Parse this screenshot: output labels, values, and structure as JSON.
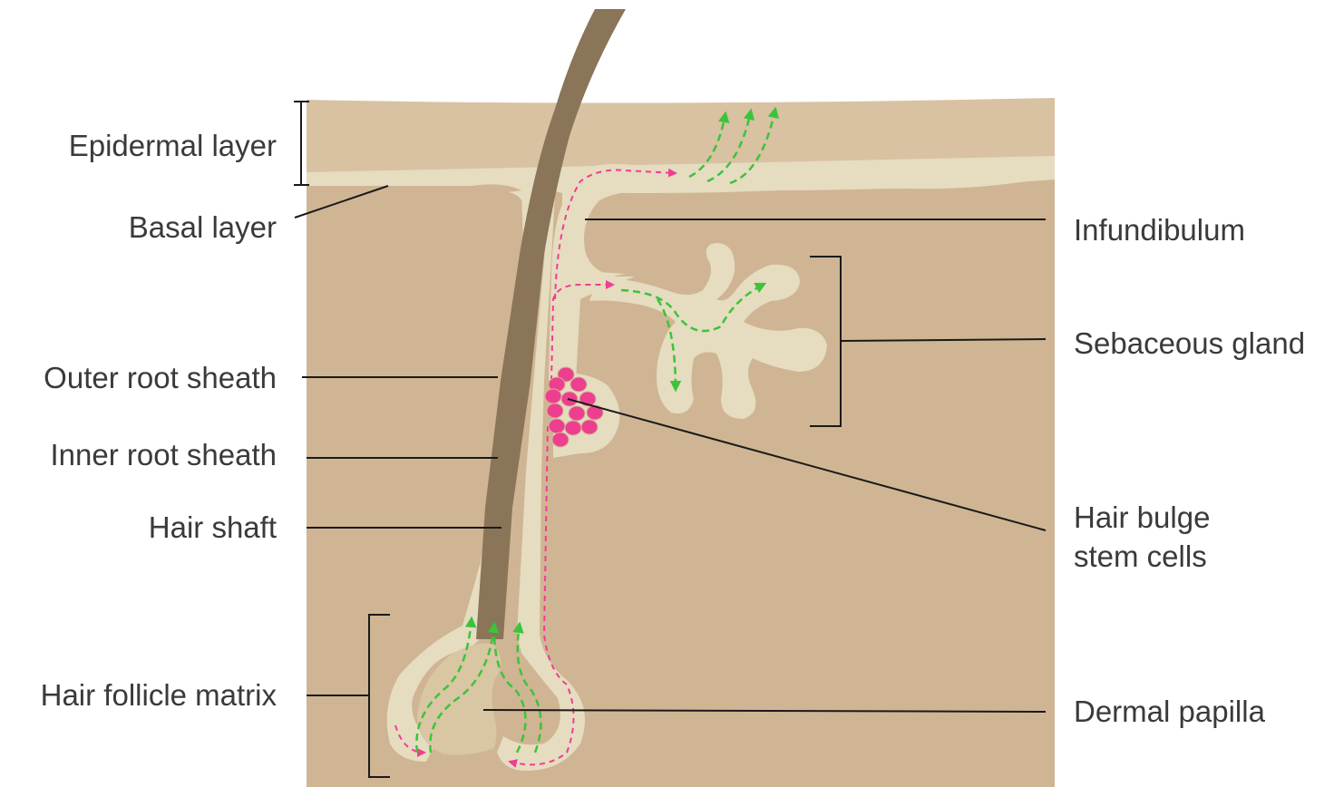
{
  "labels": {
    "epidermal_layer": "Epidermal layer",
    "basal_layer": "Basal layer",
    "outer_root_sheath": "Outer root sheath",
    "inner_root_sheath": "Inner root sheath",
    "hair_shaft": "Hair shaft",
    "hair_follicle_matrix": "Hair follicle matrix",
    "infundibulum": "Infundibulum",
    "sebaceous_gland": "Sebaceous gland",
    "hair_bulge_line1": "Hair bulge",
    "hair_bulge_line2": "stem cells",
    "dermal_papilla": "Dermal papilla"
  },
  "colors": {
    "epidermis": "#d8c2a2",
    "dermis": "#cfb593",
    "sheath": "#e6dcc0",
    "hair_shaft": "#8a7559",
    "stem_cells": "#ee3e8f",
    "arrow_pink": "#ef3e93",
    "arrow_green": "#3bc43b",
    "label_text": "#3a3a3a",
    "leader_line": "#1a1a1a"
  }
}
